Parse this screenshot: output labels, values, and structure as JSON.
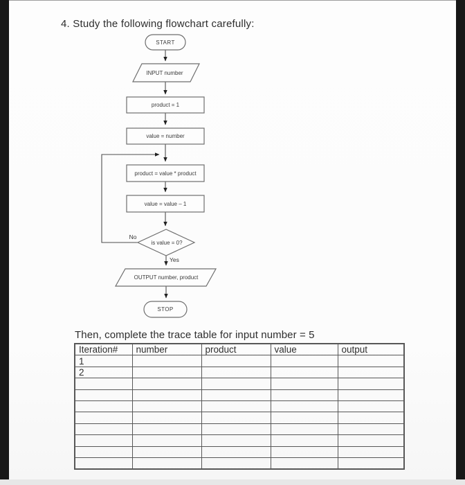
{
  "page": {
    "question_title": "4. Study the following flowchart carefully:",
    "table_intro": "Then, complete the trace table for input number = 5"
  },
  "flowchart": {
    "start_label": "START",
    "input_label": "INPUT number",
    "step_product_init": "product = 1",
    "step_value_init": "value = number",
    "step_product_update": "product = value * product",
    "step_value_update": "value = value – 1",
    "decision_label": "is value = 0?",
    "no_label": "No",
    "yes_label": "Yes",
    "output_label": "OUTPUT number, product",
    "stop_label": "STOP"
  },
  "trace_table": {
    "headers": [
      "Iteration#",
      "number",
      "product",
      "value",
      "output"
    ],
    "rows": [
      [
        "1",
        "",
        "",
        "",
        ""
      ],
      [
        "2",
        "",
        "",
        "",
        ""
      ],
      [
        "",
        "",
        "",
        "",
        ""
      ],
      [
        "",
        "",
        "",
        "",
        ""
      ],
      [
        "",
        "",
        "",
        "",
        ""
      ],
      [
        "",
        "",
        "",
        "",
        ""
      ],
      [
        "",
        "",
        "",
        "",
        ""
      ],
      [
        "",
        "",
        "",
        "",
        ""
      ],
      [
        "",
        "",
        "",
        "",
        ""
      ],
      [
        "",
        "",
        "",
        "",
        ""
      ]
    ]
  }
}
